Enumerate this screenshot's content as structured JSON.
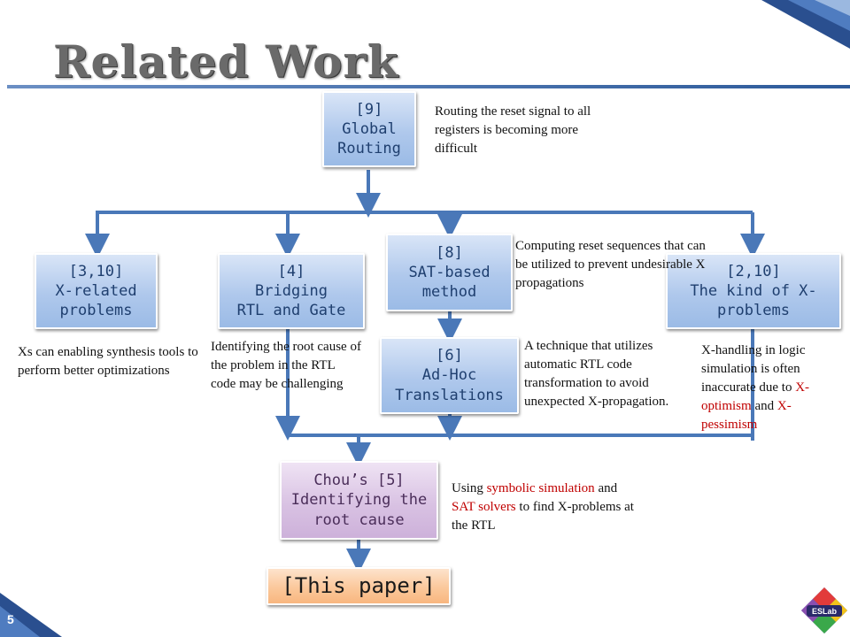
{
  "title": "Related Work",
  "page_number": "5",
  "logo_text": "ESLab",
  "nodes": {
    "global_routing": "[9]\nGlobal\nRouting",
    "x_related": "[3,10]\nX-related\nproblems",
    "bridging": "[4]\nBridging\nRTL and Gate",
    "sat_based": "[8]\nSAT-based\nmethod",
    "kind_of_x": "[2,10]\nThe kind of X-\nproblems",
    "ad_hoc": "[6]\nAd-Hoc\nTranslations",
    "chou": "Chou’s [5]\nIdentifying the\nroot cause",
    "this_paper": "[This paper]"
  },
  "notes": {
    "global_routing": "Routing the reset signal to all registers is becoming more difficult",
    "x_related": "Xs can enabling synthesis tools to perform better optimizations",
    "bridging": "Identifying the root cause of the problem in the RTL code may be challenging",
    "sat_based": "Computing reset sequences that can be utilized to prevent undesirable X propagations",
    "ad_hoc": "A technique that utilizes automatic RTL code transformation to avoid unexpected X-propagation.",
    "kind_of_x": {
      "part1": "X-handling in logic simulation is often inaccurate due to ",
      "hl1": "X-optimism",
      "part2": " and ",
      "hl2": "X-pessimism"
    },
    "chou": {
      "part1": "Using ",
      "hl1": "symbolic simulation",
      "part2": " and ",
      "hl2": "SAT solvers",
      "part3": " to find X-problems at the RTL"
    }
  },
  "colors": {
    "connector": "#4a78b8",
    "highlight": "#c00000"
  }
}
